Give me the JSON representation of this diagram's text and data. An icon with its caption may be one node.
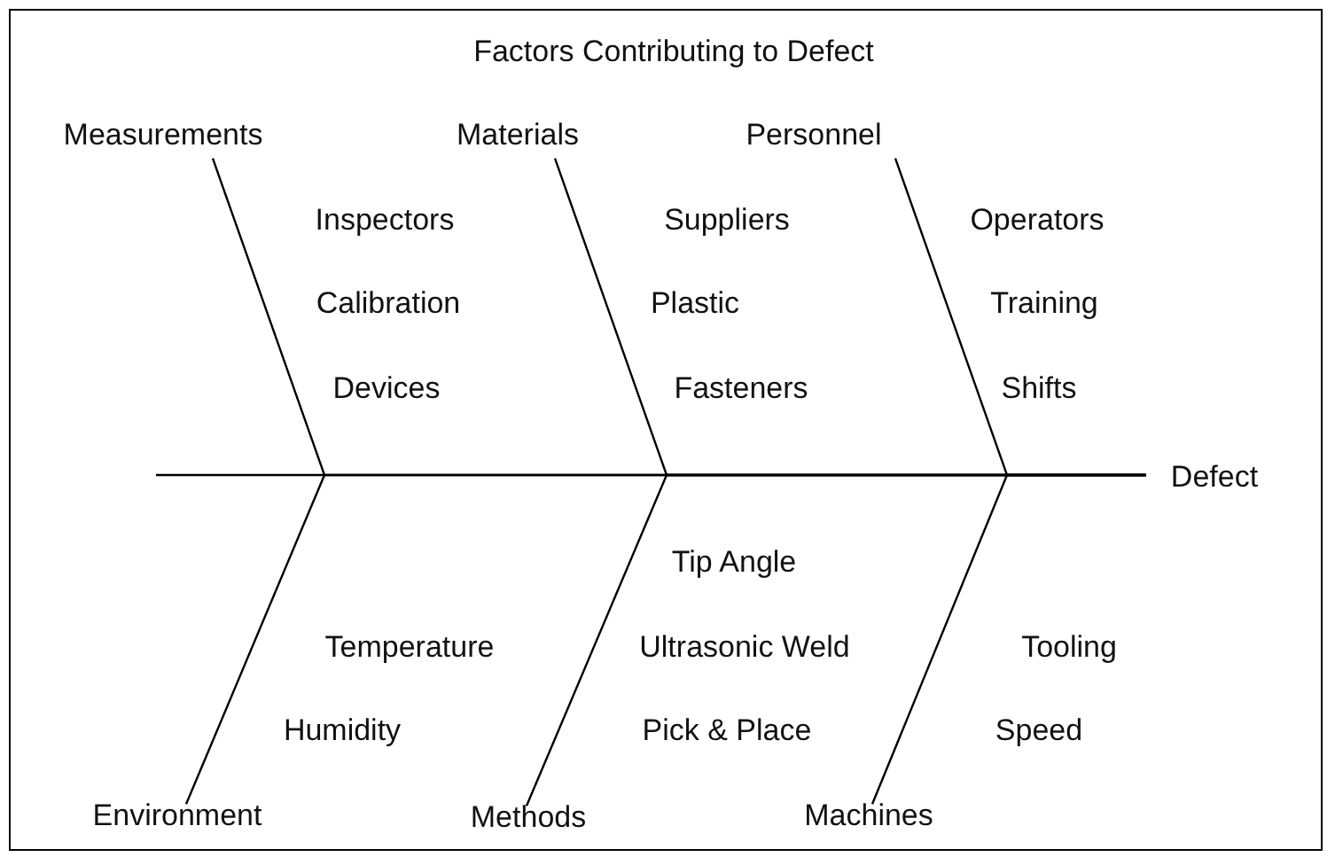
{
  "diagram": {
    "title": "Factors Contributing to Defect",
    "nodes": [
      {
        "text": [
          "Measurements"
        ]
      },
      {
        "text": [
          "Materials"
        ]
      },
      {
        "text": [
          "Personnel"
        ]
      },
      {
        "text": [
          "Defect"
        ]
      },
      {
        "text": [
          "Environment"
        ]
      },
      {
        "text": [
          "Methods"
        ]
      },
      {
        "text": [
          "Machines"
        ]
      }
    ],
    "edges": [
      {
        "from": 0,
        "to": 3,
        "arrow": "none"
      },
      {
        "from": 1,
        "to": 3,
        "arrow": "none"
      },
      {
        "from": 2,
        "to": 3,
        "arrow": "none"
      },
      {
        "from": 4,
        "to": 3,
        "arrow": "none"
      },
      {
        "from": 5,
        "to": 3,
        "arrow": "none"
      },
      {
        "from": 6,
        "to": 3,
        "arrow": "none"
      }
    ],
    "labels": [
      "Inspectors",
      "Suppliers",
      "Operators",
      "Calibration",
      "Plastic",
      "Training",
      "Devices",
      "Fasteners",
      "Shifts",
      "Tip Angle",
      "Temperature",
      "Ultrasonic Weld",
      "Tooling",
      "Humidity",
      "Pick & Place",
      "Speed"
    ]
  }
}
